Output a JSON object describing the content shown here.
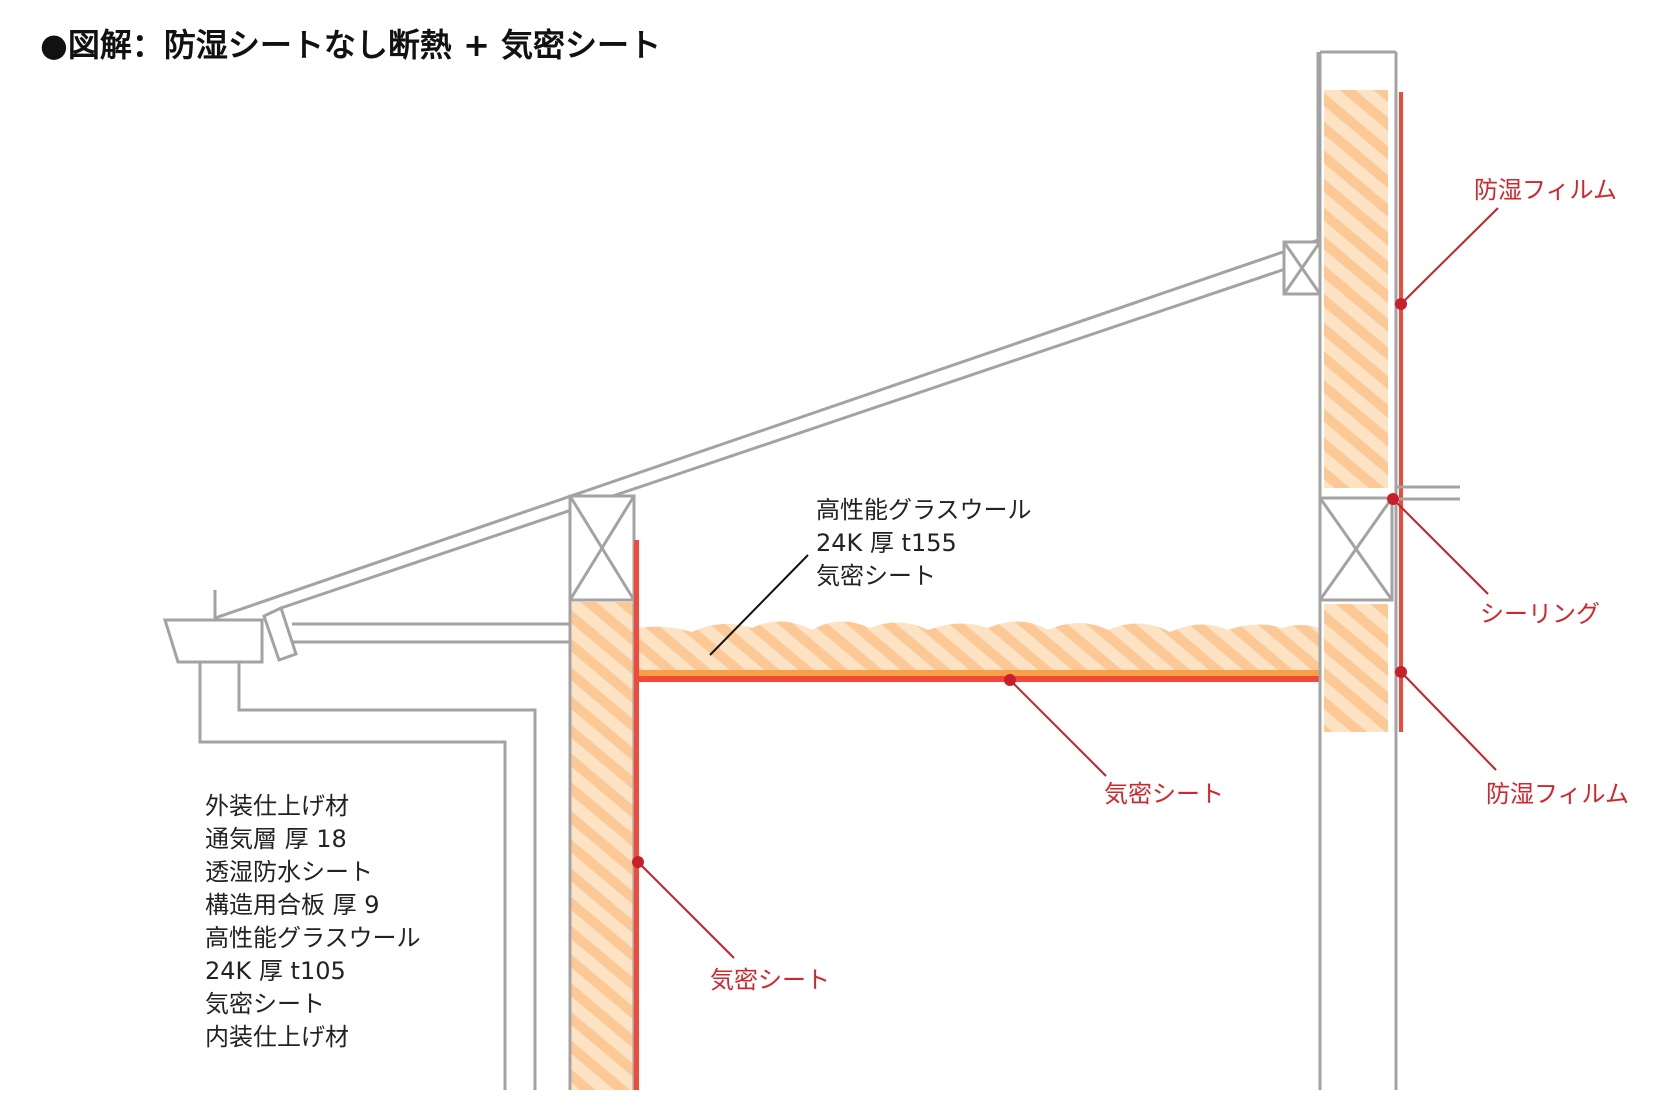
{
  "title": "●図解：防湿シートなし断熱 + 気密シート",
  "ceiling_insulation_label": [
    "高性能グラスウール",
    "24K 厚 t155",
    "気密シート"
  ],
  "wall_layers_label": [
    "外装仕上げ材",
    "通気層 厚 18",
    "透湿防水シート",
    "構造用合板 厚 9",
    "高性能グラスウール",
    "24K 厚 t105",
    "気密シート",
    "内装仕上げ材"
  ],
  "callouts": {
    "moisture_film_upper": "防湿フィルム",
    "sealing": "シーリング",
    "moisture_film_lower": "防湿フィルム",
    "airtight_ceiling": "気密シート",
    "airtight_wall": "気密シート"
  },
  "colors": {
    "insulation_fill": "#fde3c4",
    "insulation_stripe": "#fbc896",
    "airtight_sheet": "#f2493a",
    "airtight_sheet_top": "#f7a04a",
    "callout_red": "#c8202a",
    "structure_gray": "#a3a3a3"
  }
}
